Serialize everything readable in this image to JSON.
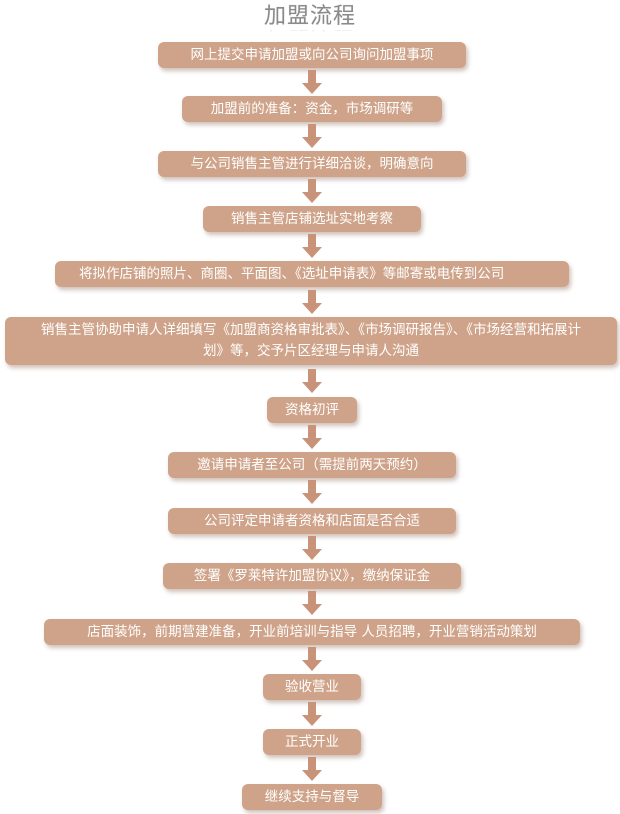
{
  "title": "加盟流程",
  "steps": [
    "网上提交申请加盟或向公司询问加盟事项",
    "加盟前的准备：资金，市场调研等",
    "与公司销售主管进行详细洽谈，明确意向",
    "销售主管店铺选址实地考察",
    "将拟作店铺的照片、商圈、平面图、《选址申请表》等邮寄或电传到公司",
    "销售主管协助申请人详细填写《加盟商资格审批表》、《市场调研报告》、《市场经营和拓展计划》等，交予片区经理与申请人沟通",
    "资格初评",
    "邀请申请者至公司（需提前两天预约）",
    "公司评定申请者资格和店面是否合适",
    "签署《罗莱特许加盟协议》，缴纳保证金",
    "店面装饰，前期营建准备，开业前培训与指导 人员招聘，开业营销活动策划",
    "验收营业",
    "正式开业",
    "继续支持与督导"
  ],
  "colors": {
    "box_fill": "#cfa389",
    "arrow_fill": "#c9937a",
    "title_text": "#8a8a8a"
  }
}
